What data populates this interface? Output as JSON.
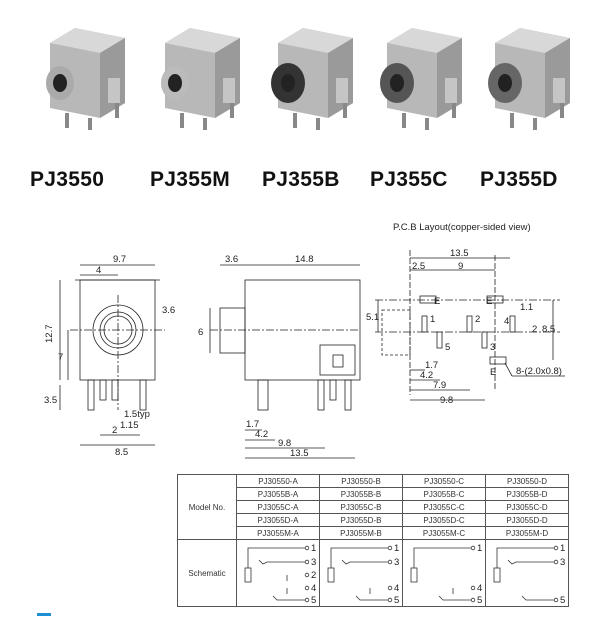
{
  "products": [
    {
      "name": "PJ3550"
    },
    {
      "name": "PJ355M"
    },
    {
      "name": "PJ355B"
    },
    {
      "name": "PJ355C"
    },
    {
      "name": "PJ355D"
    }
  ],
  "front_view": {
    "dims": [
      "9.7",
      "4",
      "3.6",
      "12.7",
      "7",
      "3.5",
      "1.5typ",
      "2",
      "1.15",
      "8.5"
    ]
  },
  "side_view": {
    "dims": [
      "3.6",
      "14.8",
      "6",
      "1.7",
      "4.2",
      "9.8",
      "13.5"
    ]
  },
  "pcb": {
    "title": "P.C.B Layout(copper-sided view)",
    "dims": [
      "13.5",
      "2.5",
      "9",
      "5.1",
      "1.1",
      "2",
      "8.5",
      "1.7",
      "4.2",
      "7.9",
      "9.8"
    ],
    "pins": [
      "1",
      "2",
      "3",
      "4",
      "5",
      "E",
      "E",
      "E"
    ],
    "pad_note": "8-(2.0x0.8)"
  },
  "table": {
    "model_label": "Model No.",
    "schematic_label": "Schematic",
    "rows": [
      [
        "PJ30550-A",
        "PJ30550-B",
        "PJ30550-C",
        "PJ30550-D"
      ],
      [
        "PJ3055B-A",
        "PJ3055B-B",
        "PJ3055B-C",
        "PJ3055B-D"
      ],
      [
        "PJ3055C-A",
        "PJ3055C-B",
        "PJ3055C-C",
        "PJ3055C-D"
      ],
      [
        "PJ3055D-A",
        "PJ3055D-B",
        "PJ3055D-C",
        "PJ3055D-D"
      ],
      [
        "PJ3055M-A",
        "PJ3055M-B",
        "PJ3055M-C",
        "PJ3055M-D"
      ]
    ],
    "schematics": [
      {
        "pins": [
          "1",
          "3",
          "2",
          "4",
          "5"
        ]
      },
      {
        "pins": [
          "1",
          "3",
          "4",
          "5"
        ]
      },
      {
        "pins": [
          "1",
          "4",
          "5"
        ]
      },
      {
        "pins": [
          "1",
          "3",
          "5"
        ]
      }
    ]
  },
  "colors": {
    "accent": "#1e8fd6"
  }
}
